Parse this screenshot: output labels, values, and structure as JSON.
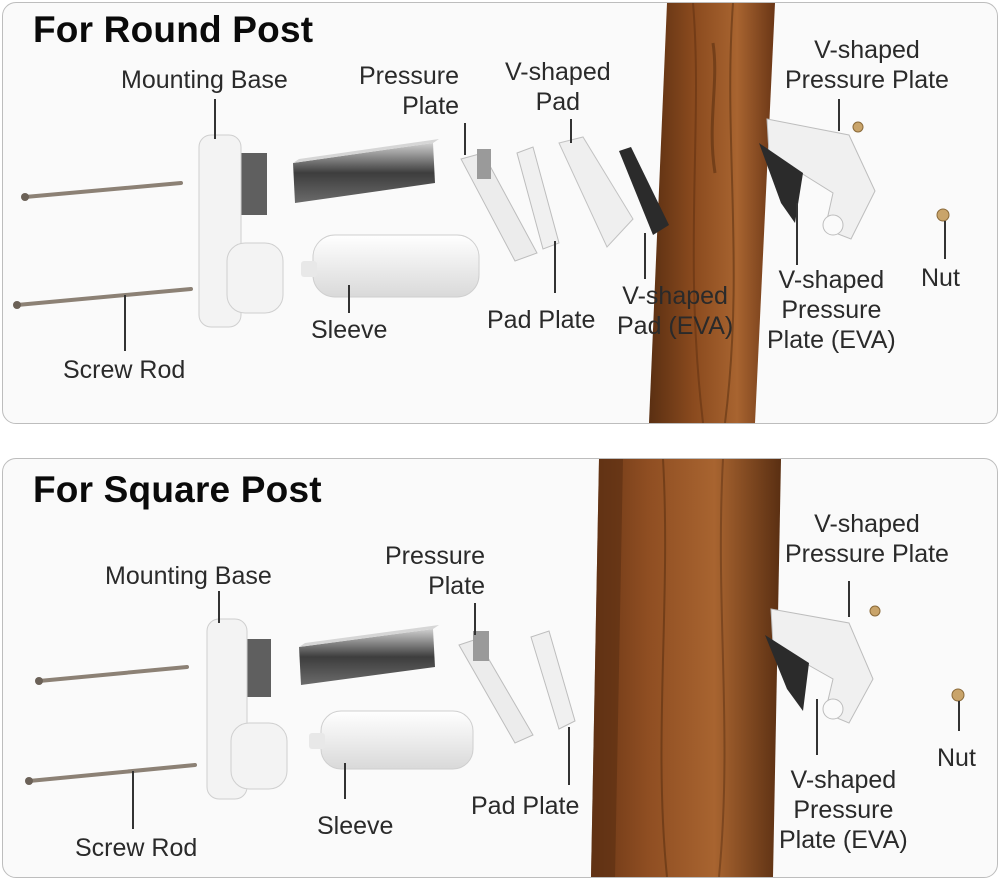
{
  "round": {
    "title": "For Round Post",
    "labels": {
      "mounting_base": "Mounting Base",
      "pressure_plate": [
        "Pressure",
        "Plate"
      ],
      "v_pad": [
        "V-shaped",
        "Pad"
      ],
      "v_pressure_plate": [
        "V-shaped",
        "Pressure Plate"
      ],
      "sleeve": "Sleeve",
      "screw_rod": "Screw Rod",
      "pad_plate": "Pad Plate",
      "v_pad_eva": [
        "V-shaped",
        "Pad (EVA)"
      ],
      "v_pressure_plate_eva": [
        "V-shaped",
        "Pressure",
        "Plate (EVA)"
      ],
      "nut": "Nut"
    }
  },
  "square": {
    "title": "For Square Post",
    "labels": {
      "mounting_base": "Mounting Base",
      "pressure_plate": [
        "Pressure",
        "Plate"
      ],
      "v_pressure_plate": [
        "V-shaped",
        "Pressure Plate"
      ],
      "sleeve": "Sleeve",
      "screw_rod": "Screw Rod",
      "pad_plate": "Pad Plate",
      "v_pressure_plate_eva": [
        "V-shaped",
        "Pressure",
        "Plate (EVA)"
      ],
      "nut": "Nut"
    }
  },
  "colors": {
    "wood_dark": "#5a2f12",
    "wood_mid": "#8a4a1e",
    "wood_light": "#a86430",
    "part_white": "#f2f2f2",
    "part_grey": "#9a9a9a",
    "part_black": "#2b2b2b",
    "rod": "#8c8175"
  }
}
